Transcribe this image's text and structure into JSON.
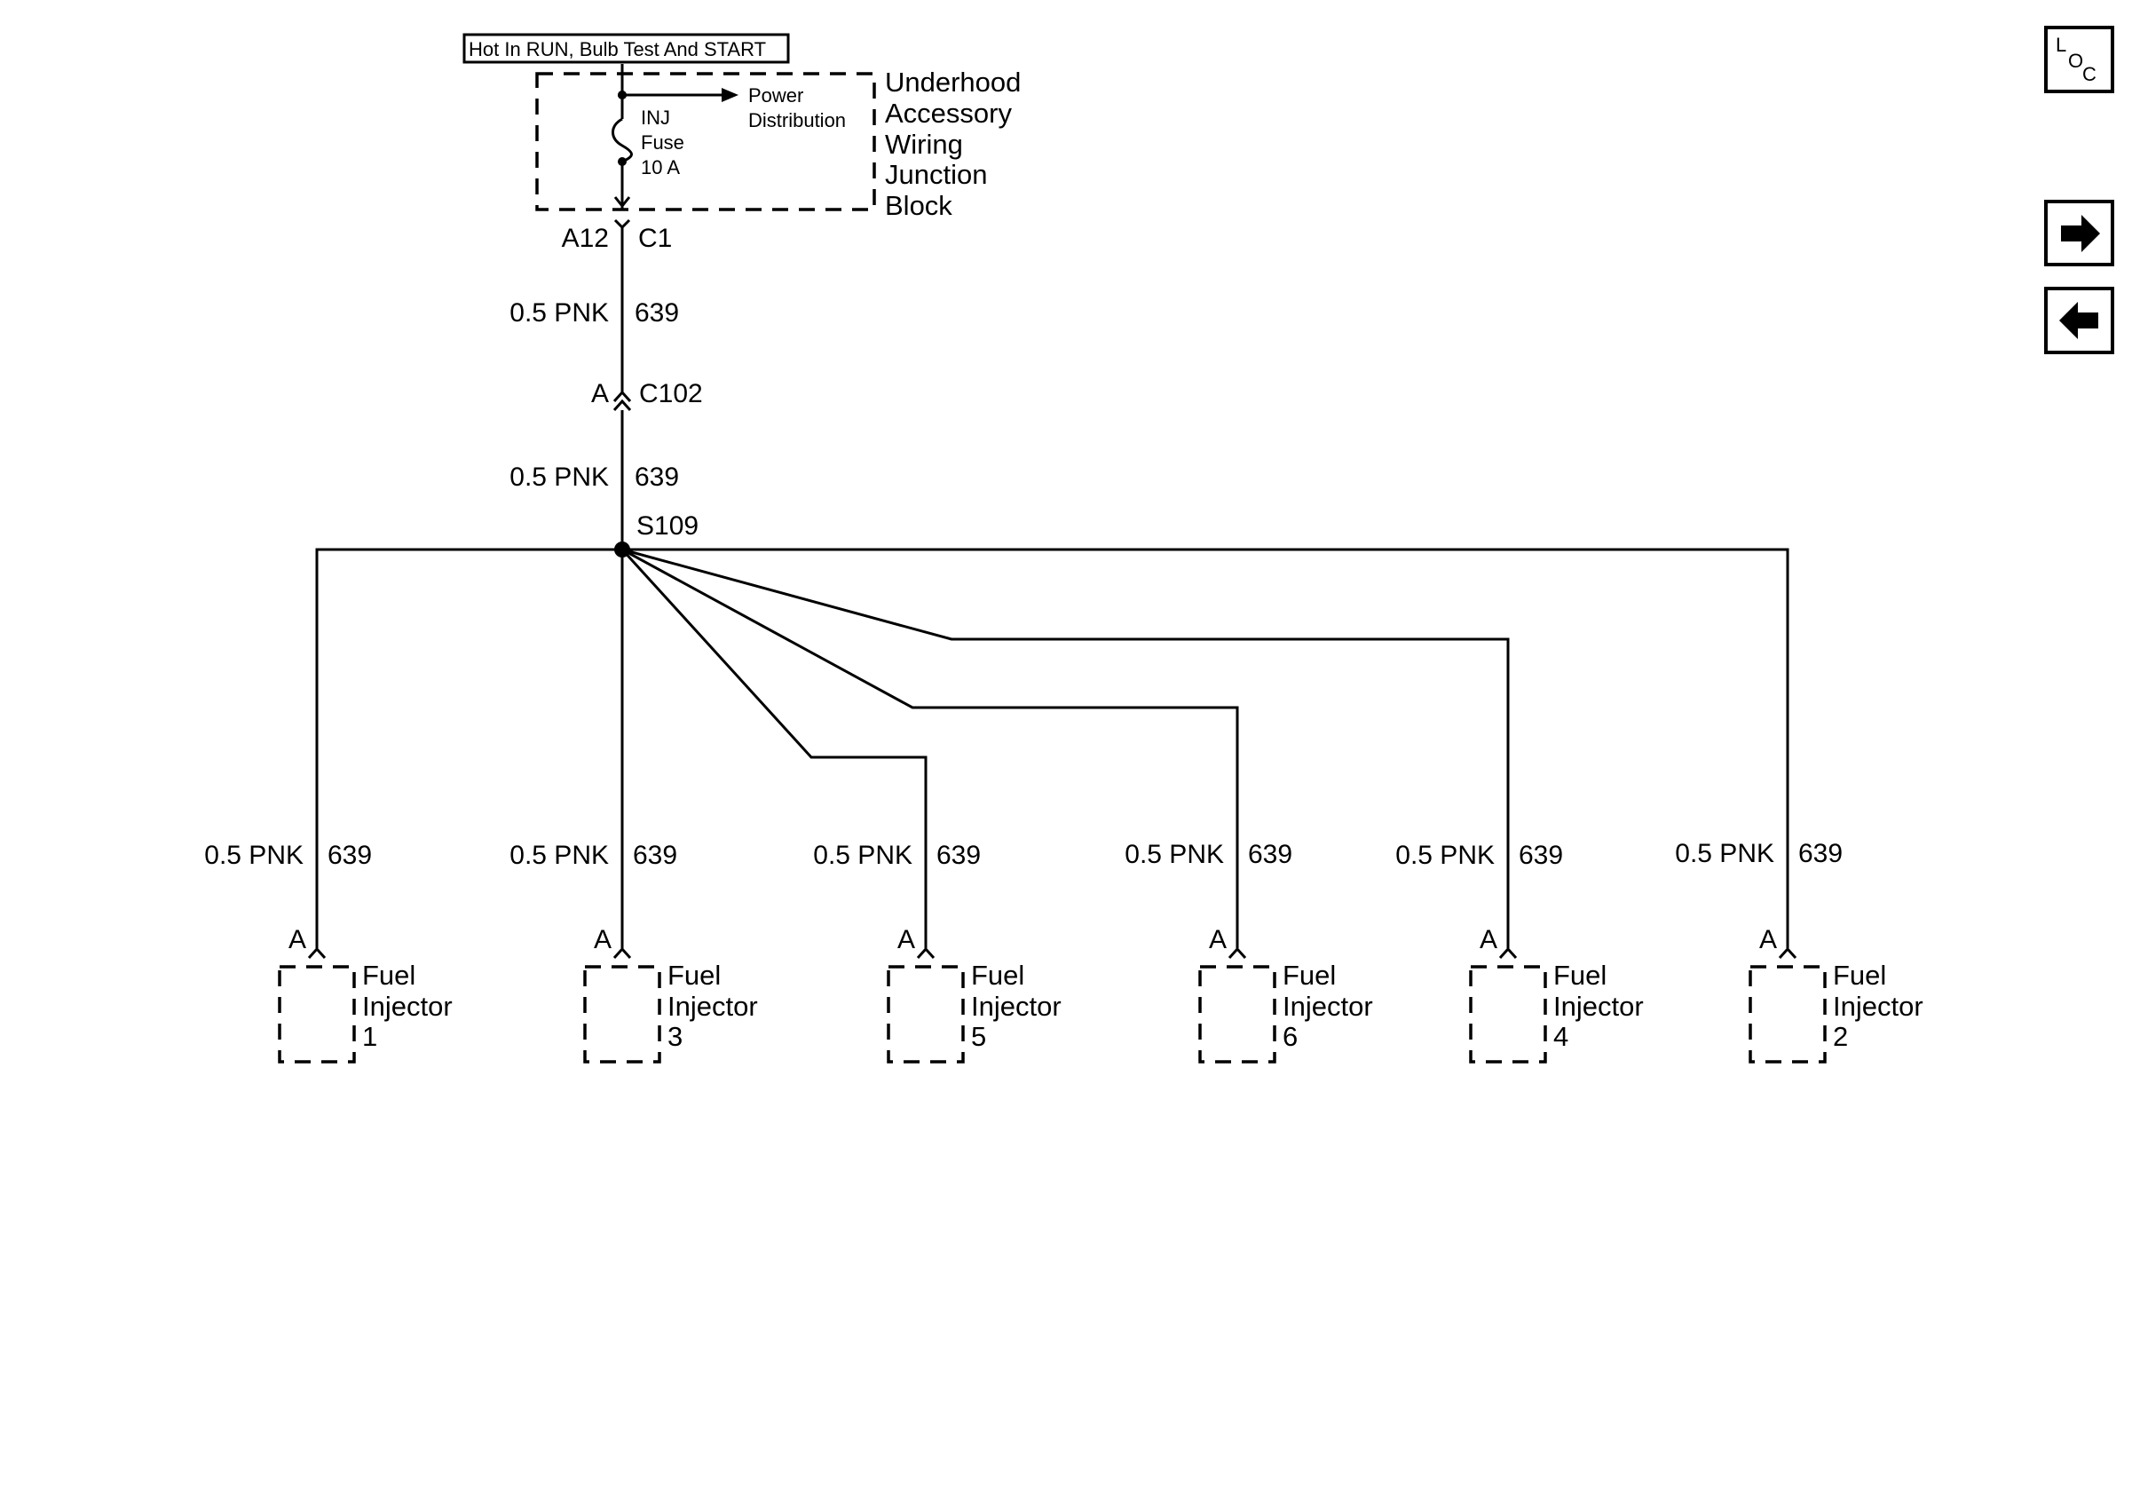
{
  "supply_label": "Hot In RUN, Bulb Test And START",
  "junction_block": {
    "name_lines": [
      "Underhood",
      "Accessory",
      "Wiring",
      "Junction",
      "Block"
    ],
    "fuse_lines": [
      "INJ",
      "Fuse",
      "10 A"
    ],
    "power_distribution_lines": [
      "Power",
      "Distribution"
    ],
    "connector_pin": "A12",
    "connector_name": "C1"
  },
  "wire_top": {
    "size_color": "0.5 PNK",
    "circuit": "639"
  },
  "inline_connector": {
    "pin": "A",
    "name": "C102"
  },
  "wire_mid": {
    "size_color": "0.5 PNK",
    "circuit": "639"
  },
  "splice": {
    "name": "S109"
  },
  "branches": [
    {
      "size_color": "0.5 PNK",
      "circuit": "639",
      "pin": "A",
      "component_lines": [
        "Fuel",
        "Injector",
        "1"
      ]
    },
    {
      "size_color": "0.5 PNK",
      "circuit": "639",
      "pin": "A",
      "component_lines": [
        "Fuel",
        "Injector",
        "3"
      ]
    },
    {
      "size_color": "0.5 PNK",
      "circuit": "639",
      "pin": "A",
      "component_lines": [
        "Fuel",
        "Injector",
        "5"
      ]
    },
    {
      "size_color": "0.5 PNK",
      "circuit": "639",
      "pin": "A",
      "component_lines": [
        "Fuel",
        "Injector",
        "6"
      ]
    },
    {
      "size_color": "0.5 PNK",
      "circuit": "639",
      "pin": "A",
      "component_lines": [
        "Fuel",
        "Injector",
        "4"
      ]
    },
    {
      "size_color": "0.5 PNK",
      "circuit": "639",
      "pin": "A",
      "component_lines": [
        "Fuel",
        "Injector",
        "2"
      ]
    }
  ],
  "nav": {
    "loc_letters": [
      "L",
      "O",
      "C"
    ],
    "next_icon": "arrow-right-icon",
    "prev_icon": "arrow-left-icon"
  }
}
